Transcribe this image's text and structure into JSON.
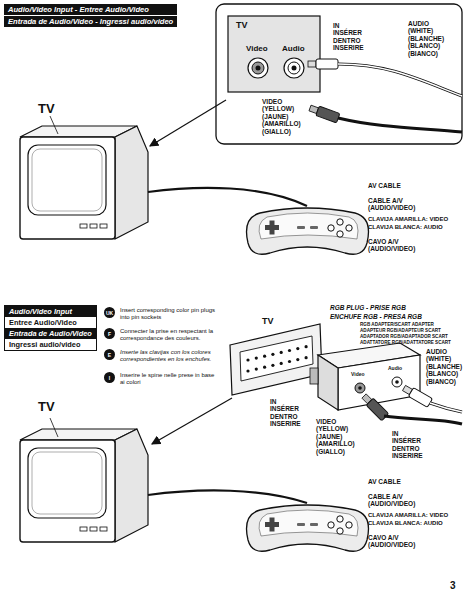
{
  "diagram": {
    "nodes": [
      {
        "text": [
          "Audio/Video Input - Entree Audio/Video",
          "Entrada de Audio/Video - Ingressi audio/video"
        ]
      },
      {
        "text": [
          "Audio/Video Input",
          "Entree Audio/Video",
          "Entrada de Audio/Video",
          "Ingressi audio/video"
        ]
      },
      {
        "text": [
          "UK"
        ]
      },
      {
        "text": [
          "F"
        ]
      },
      {
        "text": [
          "E"
        ]
      },
      {
        "text": [
          "I"
        ]
      }
    ],
    "labels": [
      "TV",
      "Video",
      "Audio",
      "IN INSÉRER DENTRO INSERIRE",
      "AUDIO (WHITE) (BLANCHE) (BLANCO) (BIANCO)",
      "VIDEO (YELLOW) (JAUNE) (AMARILLO) (GIALLO)",
      "TV",
      "AV CABLE",
      "CABLE A/V (AUDIO/VIDEO)",
      "CLAVIJA AMARILLA: VIDEO",
      "CLAVIJA BLANCA: AUDIO",
      "CAVO A/V (AUDIO/VIDEO)",
      "Insert corresponding color pin plugs into pin sockets",
      "Connecter la prise en respectant la correspondance des couleurs.",
      "Inserte las clavijas con los colores correspondientes en los enchufes.",
      "Inserire le spine nelle prese in base ai colori",
      "TV",
      "RGB PLUG - PRISE RGB",
      "ENCHUFE RGB - PRESA RGB",
      "RGB ADAPTER/SCART ADAPTER",
      "ADAPTEUR RGB/ADAPTEUR SCART",
      "ADAPTADOR RGB/ADAPTADOR SCART",
      "ADATTATORE RGB/ADATTATORE SCART",
      "Video",
      "Audio",
      "AUDIO (WHITE) (BLANCHE) (BLANCO) (BIANCO)",
      "IN INSÉRER DENTRO INSERIRE",
      "VIDEO (YELLOW) (JAUNE) (AMARILLO) (GIALLO)",
      "IN INSÉRER DENTRO INSERIRE",
      "TV",
      "AV CABLE",
      "CABLE A/V (AUDIO/VIDEO)",
      "CLAVIJA AMARILLA: VIDEO",
      "CLAVIJA BLANCA: AUDIO",
      "CAVO A/V (AUDIO/VIDEO)",
      "3"
    ]
  }
}
